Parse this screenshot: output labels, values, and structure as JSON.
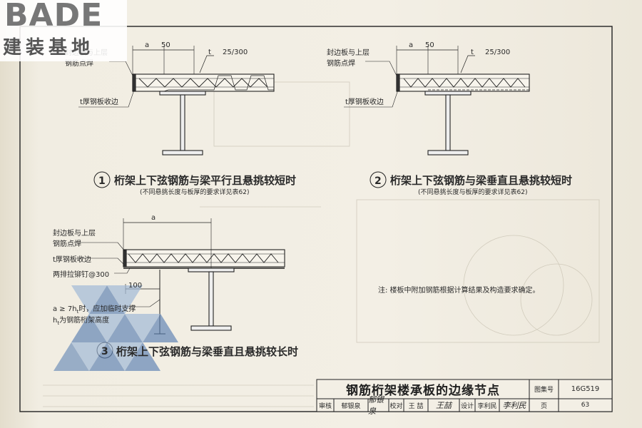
{
  "logo": {
    "brand": "BADE",
    "subtitle": "建装基地"
  },
  "detail1": {
    "callout_weld": "封边板与上层\n钢筋点焊",
    "callout_plate": "t厚钢板收边",
    "dim_a": "a",
    "dim_50": "50",
    "slope": "t",
    "slope_value": "25/300",
    "number": "1",
    "caption": "桁架上下弦钢筋与梁平行且悬挑较短时",
    "subcaption": "(不同悬挑长度与板厚的要求详见表62)"
  },
  "detail2": {
    "callout_weld": "封边板与上层\n钢筋点焊",
    "callout_plate": "t厚钢板收边",
    "dim_a": "a",
    "dim_50": "50",
    "slope": "t",
    "slope_value": "25/300",
    "number": "2",
    "caption": "桁架上下弦钢筋与梁垂直且悬挑较短时",
    "subcaption": "(不同悬挑长度与板厚的要求详见表62)"
  },
  "detail3": {
    "dim_a": "a",
    "callout_weld": "封边板与上层\n钢筋点焊",
    "callout_plate": "t厚钢板收边",
    "callout_nails": "两排拉铆钉@300",
    "dim_100": "100",
    "note_a": "a ≥ 7h",
    "note_a_sub": "t",
    "note_a_tail": "时，应加临时支撑",
    "note_h": "h",
    "note_h_sub": "t",
    "note_h_tail": "为钢筋桁架高度",
    "number": "3",
    "caption": "桁架上下弦钢筋与梁垂直且悬挑较长时"
  },
  "general_note": "注: 楼板中附加钢筋根据计算结果及构造要求确定。",
  "title_block": {
    "title": "钢筋桁架楼承板的边缘节点",
    "atlas_label": "图集号",
    "atlas_number": "16G519",
    "review_label": "审核",
    "reviewer": "郁银泉",
    "reviewer_sign": "郁银泉",
    "check_label": "校对",
    "checker": "王 喆",
    "checker_sign": "王喆",
    "design_label": "设计",
    "designer": "李利民",
    "designer_sign": "李利民",
    "page_label": "页",
    "page_number": "63"
  }
}
